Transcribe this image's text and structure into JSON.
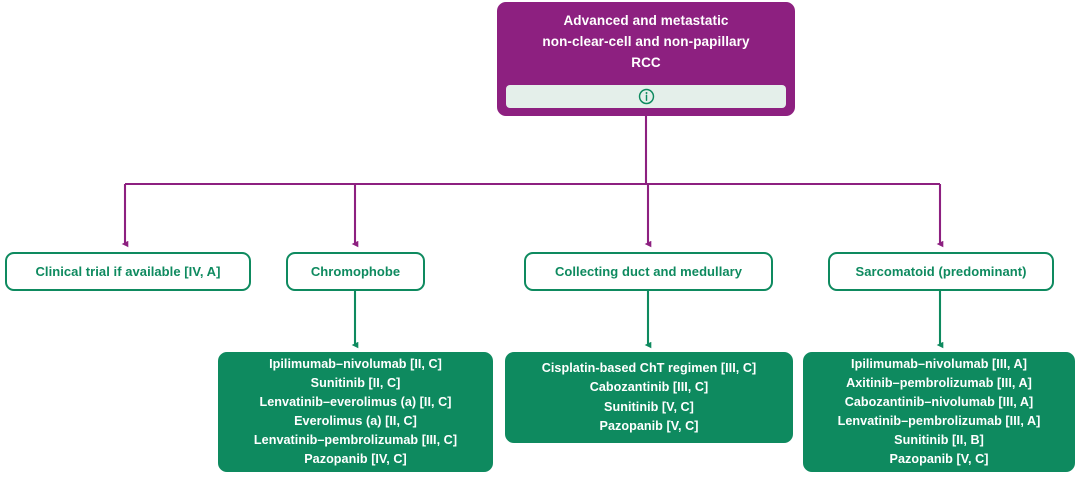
{
  "diagram": {
    "type": "clinical-treatment-algorithm-flowchart",
    "colors": {
      "purple": "#8D2080",
      "green": "#0E8A5F",
      "info_bar_background": "#E4EFEA",
      "white": "#FFFFFF"
    },
    "root": {
      "title": "Advanced and metastatic\nnon-clear-cell and non-papillary\nRCC",
      "info_icon": "info-circle-icon"
    },
    "categories": [
      {
        "id": "clinical-trial",
        "label": "Clinical trial if available [IV, A]"
      },
      {
        "id": "chromophobe",
        "label": "Chromophobe"
      },
      {
        "id": "collecting",
        "label": "Collecting duct and medullary"
      },
      {
        "id": "sarcomatoid",
        "label": "Sarcomatoid (predominant)"
      }
    ],
    "treatments": [
      {
        "id": "chromophobe-treatments",
        "parent": "chromophobe",
        "lines": [
          "Ipilimumab–nivolumab [II, C]",
          "Sunitinib [II, C]",
          "Lenvatinib–everolimus (a) [II, C]",
          "Everolimus (a) [II, C]",
          "Lenvatinib–pembrolizumab [III, C]",
          "Pazopanib [IV, C]"
        ]
      },
      {
        "id": "collecting-treatments",
        "parent": "collecting",
        "lines": [
          "Cisplatin-based ChT regimen [III, C]",
          "Cabozantinib [III, C]",
          "Sunitinib [V, C]",
          "Pazopanib [V, C]"
        ]
      },
      {
        "id": "sarcomatoid-treatments",
        "parent": "sarcomatoid",
        "lines": [
          "Ipilimumab–nivolumab [III, A]",
          "Axitinib–pembrolizumab [III, A]",
          "Cabozantinib–nivolumab [III, A]",
          "Lenvatinib–pembrolizumab [III, A]",
          "Sunitinib [II, B]",
          "Pazopanib [V, C]"
        ]
      }
    ]
  }
}
